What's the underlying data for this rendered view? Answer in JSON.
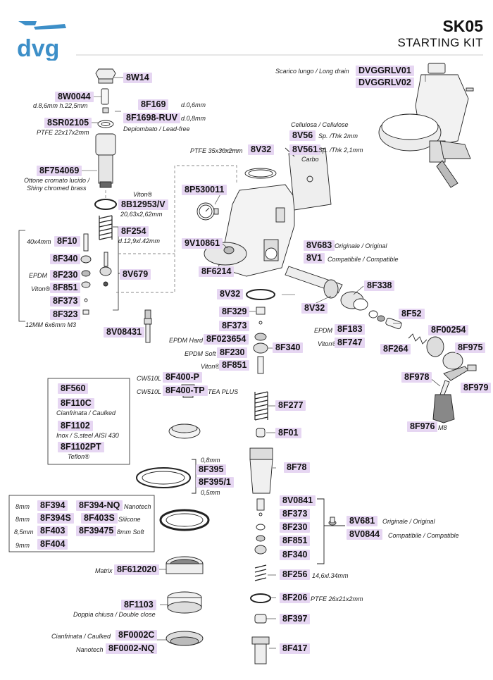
{
  "brand": {
    "logo_text": "dvg",
    "color": "#3d8fc8"
  },
  "header": {
    "title": "SK05",
    "subtitle": "STARTING KIT"
  },
  "labels": {
    "W14": "8W14",
    "W0044": "8W0044",
    "W0044_note": "d.8,6mm h.22,5mm",
    "F169": "8F169",
    "F169_note": "d.0,6mm",
    "F1698": "8F1698-RUV",
    "F1698_note": "d.0,8mm",
    "F1698_note2": "Depiombato / Lead-free",
    "SR02105": "8SR02105",
    "SR02105_note": "PTFE 22x17x2mm",
    "F754069": "8F754069",
    "F754069_note": "Ottone cromato lucido /",
    "F754069_note2": "Shiny chromed brass",
    "B12953_note": "Viton®",
    "B12953": "8B12953/V",
    "B12953_note2": "20,63x2,62mm",
    "F254": "8F254",
    "F254_note": "d.12,9xl.42mm",
    "F10_note": "40x4mm",
    "F10": "8F10",
    "F340a": "8F340",
    "F230a_note": "EPDM",
    "F230a": "8F230",
    "F851a_note": "Viton®",
    "F851a": "8F851",
    "F373a": "8F373",
    "F323": "8F323",
    "F323_note": "12MM 6x6mm M3",
    "V679": "8V679",
    "V08431": "8V08431",
    "drain_note": "Scarico lungo / Long drain",
    "DVGGRLV01": "DVGGRLV01",
    "DVGGRLV02": "DVGGRLV02",
    "cellulose_note": "Cellulosa / Cellulose",
    "V56": "8V56",
    "V56_note": "Sp. /Thk 2mm",
    "V561": "8V561",
    "V561_note": "Sp. /Thk 2,1mm",
    "carbo_note": "Carbo",
    "V32a_note": "PTFE 35x30x2mm",
    "V32a": "8V32",
    "P530011": "8P530011",
    "V10861": "9V10861",
    "F6214": "8F6214",
    "V683": "8V683",
    "V683_note": "Originale / Original",
    "V1": "8V1",
    "V1_note": "Compatibile / Compatible",
    "V32b": "8V32",
    "V32c": "8V32",
    "F338": "8F338",
    "F329": "8F329",
    "F373b": "8F373",
    "F023654_note": "EPDM Hard",
    "F023654": "8F023654",
    "F230b_note": "EPDM Soft",
    "F230b": "8F230",
    "F851b_note": "Viton®",
    "F851b": "8F851",
    "F340b": "8F340",
    "F52": "8F52",
    "F183_note": "EPDM",
    "F183": "8F183",
    "F747_note": "Viton®",
    "F747": "8F747",
    "F00254": "8F00254",
    "F264": "8F264",
    "F975": "8F975",
    "F978": "8F978",
    "F979": "8F979",
    "F976": "8F976",
    "F976_note": "M8",
    "F400P_note": "CW510L",
    "F400P": "8F400-P",
    "F400TP_note": "CW510L",
    "F400TP": "8F400-TP",
    "F400TP_note2": "TEA PLUS",
    "F560": "8F560",
    "F110C": "8F110C",
    "F110C_note": "Cianfrinata / Caulked",
    "F1102": "8F1102",
    "F1102_note": "Inox / S.steel AISI 430",
    "F1102PT": "8F1102PT",
    "F1102PT_note": "Teflon®",
    "F277": "8F277",
    "F01": "8F01",
    "F395_note": "0,8mm",
    "F395": "8F395",
    "F3951": "8F395/1",
    "F3951_note": "0,5mm",
    "F78": "8F78",
    "F394_note": "8mm",
    "F394": "8F394",
    "F394NQ": "8F394-NQ",
    "F394NQ_note": "Nanotech",
    "F394S_note": "8mm",
    "F394S": "8F394S",
    "F403S": "8F403S",
    "F403S_note": "Silicone",
    "F403_note": "8,5mm",
    "F403": "8F403",
    "F39475": "8F39475",
    "F39475_note": "8mm Soft",
    "F404_note": "9mm",
    "F404": "8F404",
    "V0841": "8V0841",
    "F373c": "8F373",
    "F230c": "8F230",
    "F851c": "8F851",
    "F340c": "8F340",
    "V681": "8V681",
    "V681_note": "Originale / Original",
    "V0844": "8V0844",
    "V0844_note": "Compatibile / Compatible",
    "F612020_note": "Matrix",
    "F612020": "8F612020",
    "F256": "8F256",
    "F256_note": "14,6xl.34mm",
    "F1103": "8F1103",
    "F1103_note": "Doppia chiusa / Double close",
    "F206": "8F206",
    "F206_note": "PTFE 26x21x2mm",
    "F397": "8F397",
    "F0002C_note": "Cianfrinata / Caulked",
    "F0002C": "8F0002C",
    "F0002NQ_note": "Nanotech",
    "F0002NQ": "8F0002-NQ",
    "F417": "8F417"
  },
  "colors": {
    "label_bg": "#e6d6f2",
    "line": "#222222"
  }
}
